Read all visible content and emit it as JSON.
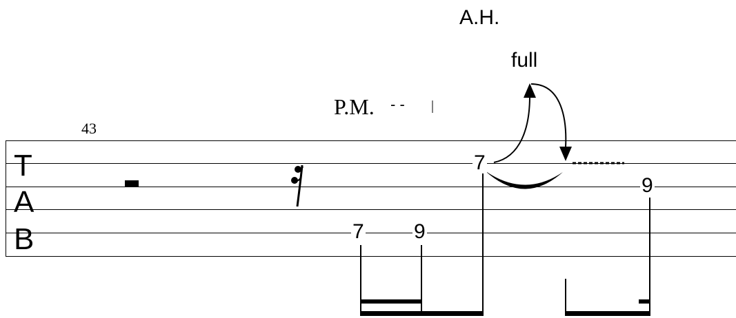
{
  "tab": {
    "measure_number": "43",
    "clef": {
      "t": "T",
      "a": "A",
      "b": "B"
    },
    "palm_mute": {
      "label": "P.M.",
      "extender": "- -"
    },
    "harmonic": {
      "label": "A.H."
    },
    "bend": {
      "amount": "full"
    },
    "notes": {
      "n1": "7",
      "n2": "9",
      "n3": "7",
      "n4": "9"
    }
  }
}
